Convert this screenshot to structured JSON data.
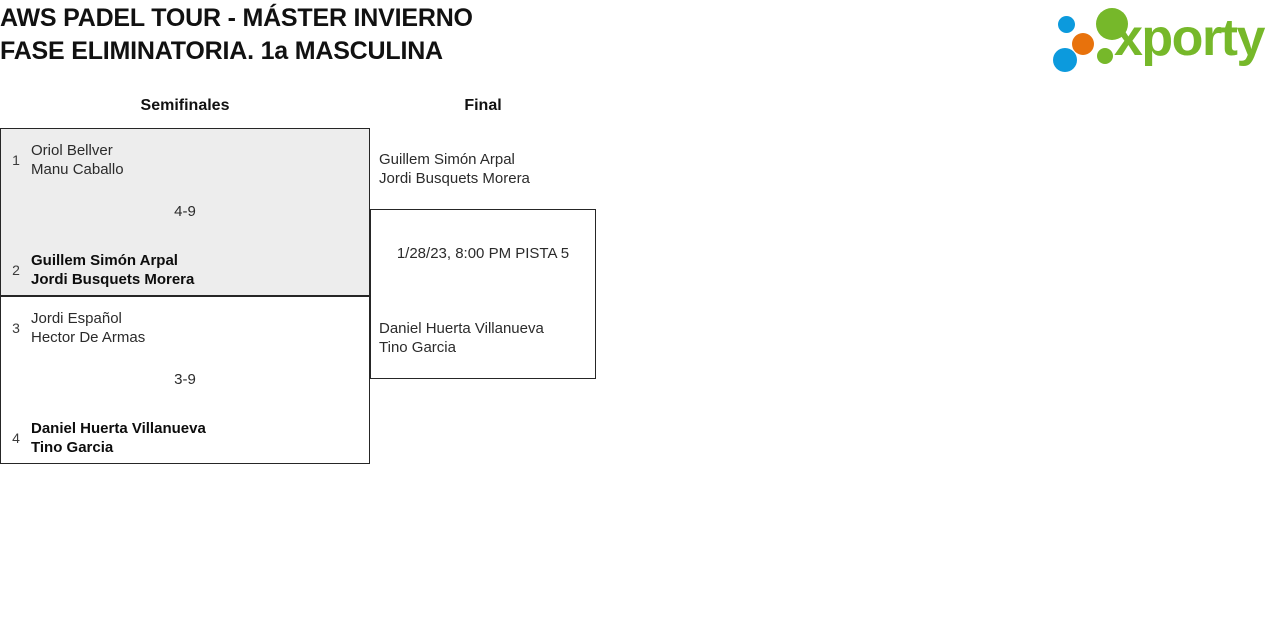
{
  "header": {
    "title": "AWS PADEL TOUR - MÁSTER INVIERNO\nFASE ELIMINATORIA. 1a MASCULINA",
    "brand": {
      "wordmark": "xporty",
      "green": "#76b82a",
      "orange": "#e8720c",
      "blue": "#0c9add",
      "dots": [
        {
          "name": "blue-dot-small",
          "color": "#0c9add"
        },
        {
          "name": "orange-dot",
          "color": "#e8720c"
        },
        {
          "name": "green-dot-large",
          "color": "#76b82a"
        },
        {
          "name": "green-dot-small",
          "color": "#76b82a"
        },
        {
          "name": "blue-dot-large",
          "color": "#0c9add"
        }
      ]
    }
  },
  "bracket": {
    "rounds": [
      {
        "key": "semifinals",
        "label": "Semifinales"
      },
      {
        "key": "final",
        "label": "Final"
      }
    ],
    "semifinals": [
      {
        "shaded": true,
        "score": "4-9",
        "teams": [
          {
            "seed": "1",
            "players": "Oriol Bellver\nManu Caballo",
            "winner": false
          },
          {
            "seed": "2",
            "players": "Guillem Simón Arpal\nJordi Busquets Morera",
            "winner": true
          }
        ]
      },
      {
        "shaded": false,
        "score": "3-9",
        "teams": [
          {
            "seed": "3",
            "players": "Jordi Español\nHector De Armas",
            "winner": false
          },
          {
            "seed": "4",
            "players": "Daniel Huerta Villanueva\nTino Garcia",
            "winner": true
          }
        ]
      }
    ],
    "final": {
      "schedule": "1/28/23, 8:00 PM PISTA 5",
      "teams": [
        {
          "players": "Guillem Simón Arpal\nJordi Busquets Morera",
          "winner": false
        },
        {
          "players": "Daniel Huerta Villanueva\nTino Garcia",
          "winner": false
        }
      ]
    }
  }
}
